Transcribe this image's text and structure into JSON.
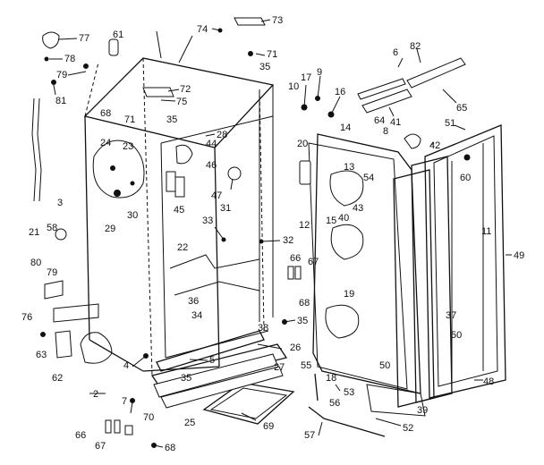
{
  "labels": [
    {
      "id": "77",
      "text": "77"
    },
    {
      "id": "61",
      "text": "61"
    },
    {
      "id": "74",
      "text": "74"
    },
    {
      "id": "73",
      "text": "73"
    },
    {
      "id": "78",
      "text": "78"
    },
    {
      "id": "71a",
      "text": "71"
    },
    {
      "id": "35a",
      "text": "35"
    },
    {
      "id": "79a",
      "text": "79"
    },
    {
      "id": "81",
      "text": "81"
    },
    {
      "id": "72",
      "text": "72"
    },
    {
      "id": "75",
      "text": "75"
    },
    {
      "id": "68a",
      "text": "68"
    },
    {
      "id": "71b",
      "text": "71"
    },
    {
      "id": "35b",
      "text": "35"
    },
    {
      "id": "28",
      "text": "28"
    },
    {
      "id": "44",
      "text": "44"
    },
    {
      "id": "24",
      "text": "24"
    },
    {
      "id": "23",
      "text": "23"
    },
    {
      "id": "46",
      "text": "46"
    },
    {
      "id": "47",
      "text": "47"
    },
    {
      "id": "31",
      "text": "31"
    },
    {
      "id": "45",
      "text": "45"
    },
    {
      "id": "30",
      "text": "30"
    },
    {
      "id": "29",
      "text": "29"
    },
    {
      "id": "3",
      "text": "3"
    },
    {
      "id": "21",
      "text": "21"
    },
    {
      "id": "58",
      "text": "58"
    },
    {
      "id": "33",
      "text": "33"
    },
    {
      "id": "32",
      "text": "32"
    },
    {
      "id": "22",
      "text": "22"
    },
    {
      "id": "80",
      "text": "80"
    },
    {
      "id": "79b",
      "text": "79"
    },
    {
      "id": "36",
      "text": "36"
    },
    {
      "id": "34",
      "text": "34"
    },
    {
      "id": "35c",
      "text": "35"
    },
    {
      "id": "76",
      "text": "76"
    },
    {
      "id": "63",
      "text": "63"
    },
    {
      "id": "38",
      "text": "38"
    },
    {
      "id": "26",
      "text": "26"
    },
    {
      "id": "62",
      "text": "62"
    },
    {
      "id": "4",
      "text": "4"
    },
    {
      "id": "5",
      "text": "5"
    },
    {
      "id": "27",
      "text": "27"
    },
    {
      "id": "35d",
      "text": "35"
    },
    {
      "id": "2",
      "text": "2"
    },
    {
      "id": "7",
      "text": "7"
    },
    {
      "id": "70",
      "text": "70"
    },
    {
      "id": "25",
      "text": "25"
    },
    {
      "id": "69",
      "text": "69"
    },
    {
      "id": "66a",
      "text": "66"
    },
    {
      "id": "67a",
      "text": "67"
    },
    {
      "id": "68b",
      "text": "68"
    },
    {
      "id": "6",
      "text": "6"
    },
    {
      "id": "82",
      "text": "82"
    },
    {
      "id": "65",
      "text": "65"
    },
    {
      "id": "10",
      "text": "10"
    },
    {
      "id": "17",
      "text": "17"
    },
    {
      "id": "9",
      "text": "9"
    },
    {
      "id": "16",
      "text": "16"
    },
    {
      "id": "14",
      "text": "14"
    },
    {
      "id": "64",
      "text": "64"
    },
    {
      "id": "41",
      "text": "41"
    },
    {
      "id": "51",
      "text": "51"
    },
    {
      "id": "8",
      "text": "8"
    },
    {
      "id": "20",
      "text": "20"
    },
    {
      "id": "42",
      "text": "42"
    },
    {
      "id": "13",
      "text": "13"
    },
    {
      "id": "54",
      "text": "54"
    },
    {
      "id": "60",
      "text": "60"
    },
    {
      "id": "43",
      "text": "43"
    },
    {
      "id": "15",
      "text": "15"
    },
    {
      "id": "12",
      "text": "12"
    },
    {
      "id": "40",
      "text": "40"
    },
    {
      "id": "11",
      "text": "11"
    },
    {
      "id": "66b",
      "text": "66"
    },
    {
      "id": "67b",
      "text": "67"
    },
    {
      "id": "49",
      "text": "49"
    },
    {
      "id": "68c",
      "text": "68"
    },
    {
      "id": "19",
      "text": "19"
    },
    {
      "id": "37",
      "text": "37"
    },
    {
      "id": "50a",
      "text": "50"
    },
    {
      "id": "50b",
      "text": "50"
    },
    {
      "id": "55",
      "text": "55"
    },
    {
      "id": "18",
      "text": "18"
    },
    {
      "id": "53",
      "text": "53"
    },
    {
      "id": "48",
      "text": "48"
    },
    {
      "id": "39",
      "text": "39"
    },
    {
      "id": "56",
      "text": "56"
    },
    {
      "id": "57",
      "text": "57"
    },
    {
      "id": "52",
      "text": "52"
    }
  ]
}
